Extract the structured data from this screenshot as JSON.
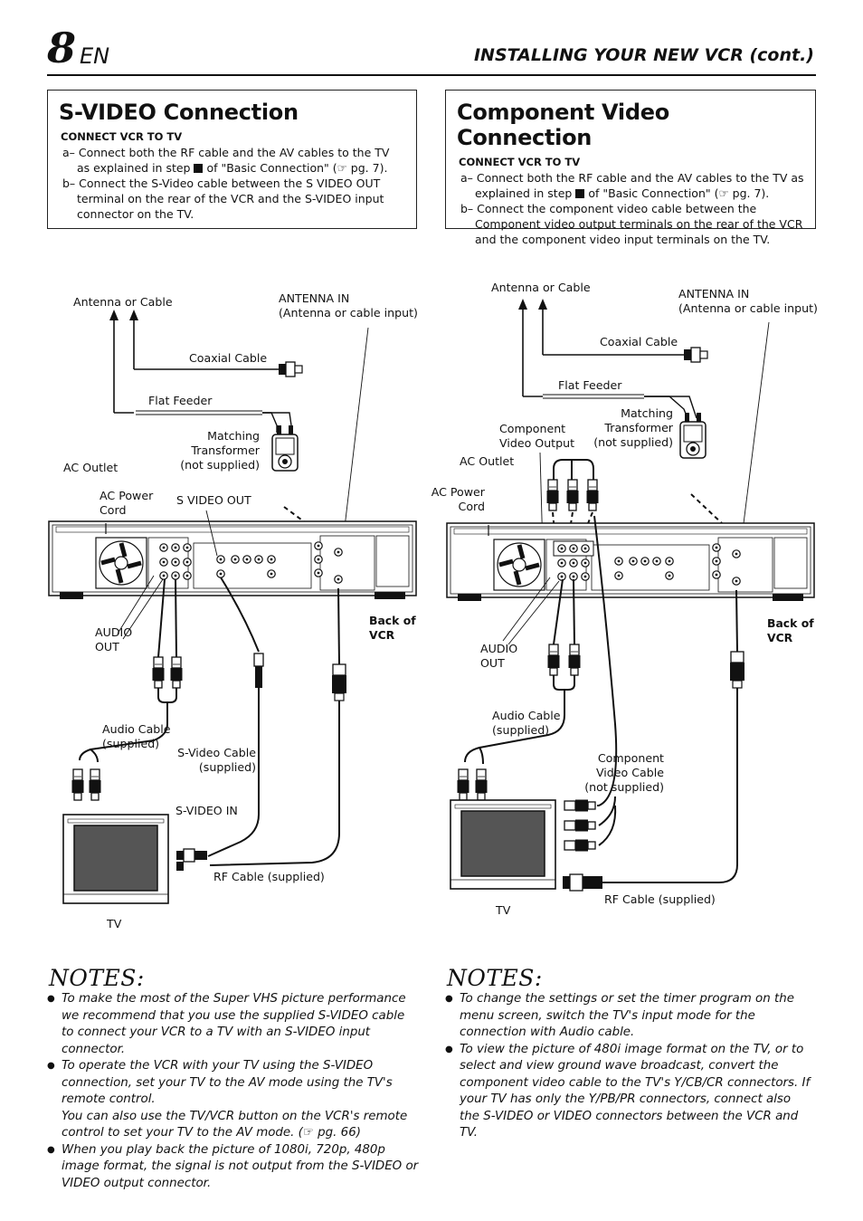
{
  "header": {
    "page_number": "8",
    "page_lang": "EN",
    "section_title": "INSTALLING YOUR NEW VCR (cont.)"
  },
  "svideo": {
    "title": "S-VIDEO Connection",
    "subhead": "CONNECT VCR TO TV",
    "step_a_pre": "a– Connect both the RF cable and the AV cables to the TV as explained in step",
    "step_a_post": "of \"Basic Connection\" (☞ pg. 7).",
    "step_b": "b– Connect the S-Video cable between the S VIDEO OUT terminal on the rear of the VCR and the S-VIDEO input connector on the TV.",
    "diagram": {
      "antenna_or_cable": "Antenna or Cable",
      "antenna_in": "ANTENNA IN\n(Antenna or cable input)",
      "coaxial_cable": "Coaxial Cable",
      "flat_feeder": "Flat Feeder",
      "matching_transformer": "Matching\nTransformer\n(not supplied)",
      "ac_outlet": "AC Outlet",
      "ac_power_cord": "AC Power\nCord",
      "s_video_out": "S VIDEO OUT",
      "audio_out": "AUDIO\nOUT",
      "back_of_vcr": "Back of\nVCR",
      "audio_cable": "Audio Cable\n(supplied)",
      "s_video_cable": "S-Video Cable\n(supplied)",
      "s_video_in": "S-VIDEO IN",
      "rf_cable": "RF Cable (supplied)",
      "tv": "TV"
    },
    "notes_title": "NOTES:",
    "notes": [
      "To make the most of the Super VHS picture performance we recommend that you use the supplied S-VIDEO cable to connect your VCR to a TV with an S-VIDEO input connector.",
      "To operate the VCR with your TV using the S-VIDEO connection, set your TV to the AV mode using the TV's remote control.",
      "When you play back the picture of 1080i, 720p, 480p image format, the signal is not output from the S-VIDEO or VIDEO output connector."
    ],
    "note2_cont": "You can also use the TV/VCR button on the VCR's remote control to set your TV to the AV mode. (☞ pg. 66)"
  },
  "component": {
    "title": "Component Video Connection",
    "subhead": "CONNECT VCR TO TV",
    "step_a_pre": "a– Connect both the RF cable and the AV cables to the TV as explained in step",
    "step_a_post": "of \"Basic Connection\" (☞ pg. 7).",
    "step_b": "b– Connect the component video cable between the Component video output terminals on the rear of the VCR and the component video input terminals on the TV.",
    "diagram": {
      "antenna_or_cable": "Antenna or Cable",
      "antenna_in": "ANTENNA IN\n(Antenna or cable input)",
      "coaxial_cable": "Coaxial Cable",
      "flat_feeder": "Flat Feeder",
      "matching_transformer": "Matching\nTransformer\n(not supplied)",
      "component_video_output": "Component\nVideo Output",
      "ac_outlet": "AC Outlet",
      "ac_power_cord": "AC Power\nCord",
      "audio_out": "AUDIO\nOUT",
      "back_of_vcr": "Back of\nVCR",
      "audio_cable": "Audio Cable\n(supplied)",
      "component_video_cable": "Component\nVideo Cable\n(not supplied)",
      "rf_cable": "RF Cable (supplied)",
      "tv": "TV"
    },
    "notes_title": "NOTES:",
    "notes": [
      "To change the settings or set the timer program on the menu screen, switch the TV's input mode for the connection with Audio cable.",
      "To view the picture of 480i image format on the TV, or to select and view ground wave broadcast, convert the component video cable to the TV's Y/CB/CR connectors. If your TV has only the Y/PB/PR connectors, connect also the S-VIDEO or VIDEO connectors between the VCR and TV."
    ]
  }
}
